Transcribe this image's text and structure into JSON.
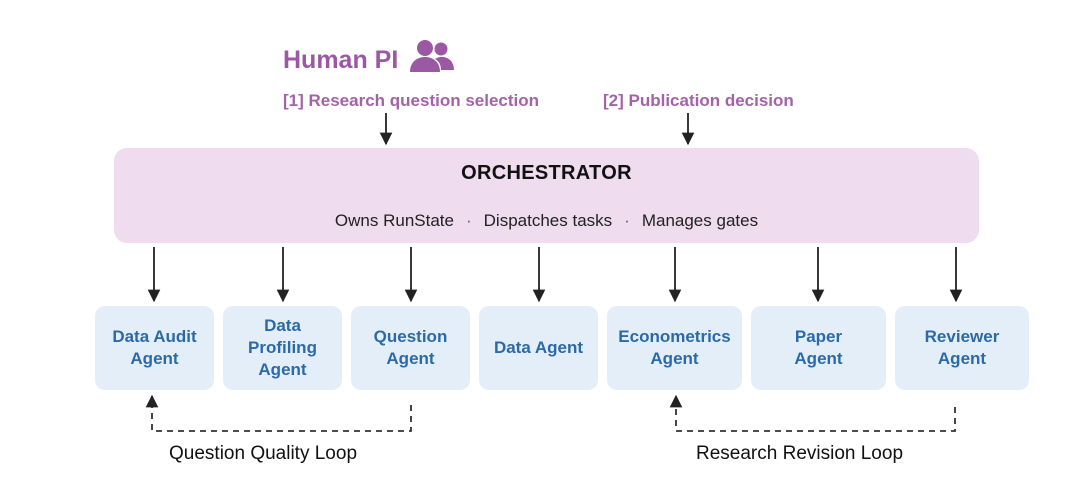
{
  "human": {
    "title": "Human PI",
    "icon": "people-icon",
    "gates": [
      {
        "label": "[1] Research question selection"
      },
      {
        "label": "[2] Publication decision"
      }
    ]
  },
  "orchestrator": {
    "title": "ORCHESTRATOR",
    "duties": [
      "Owns RunState",
      "Dispatches tasks",
      "Manages gates"
    ],
    "separator": "·"
  },
  "agents": [
    {
      "label": "Data Audit\nAgent"
    },
    {
      "label": "Data\nProfiling\nAgent"
    },
    {
      "label": "Question\nAgent"
    },
    {
      "label": "Data Agent"
    },
    {
      "label": "Econometrics\nAgent"
    },
    {
      "label": "Paper\nAgent"
    },
    {
      "label": "Reviewer\nAgent"
    }
  ],
  "loops": [
    {
      "label": "Question Quality Loop"
    },
    {
      "label": "Research Revision Loop"
    }
  ],
  "colors": {
    "human": "#9b59a3",
    "orchestrator_bg": "#efdcef",
    "agent_bg": "#e3eef9",
    "agent_text": "#2b6aa7"
  }
}
